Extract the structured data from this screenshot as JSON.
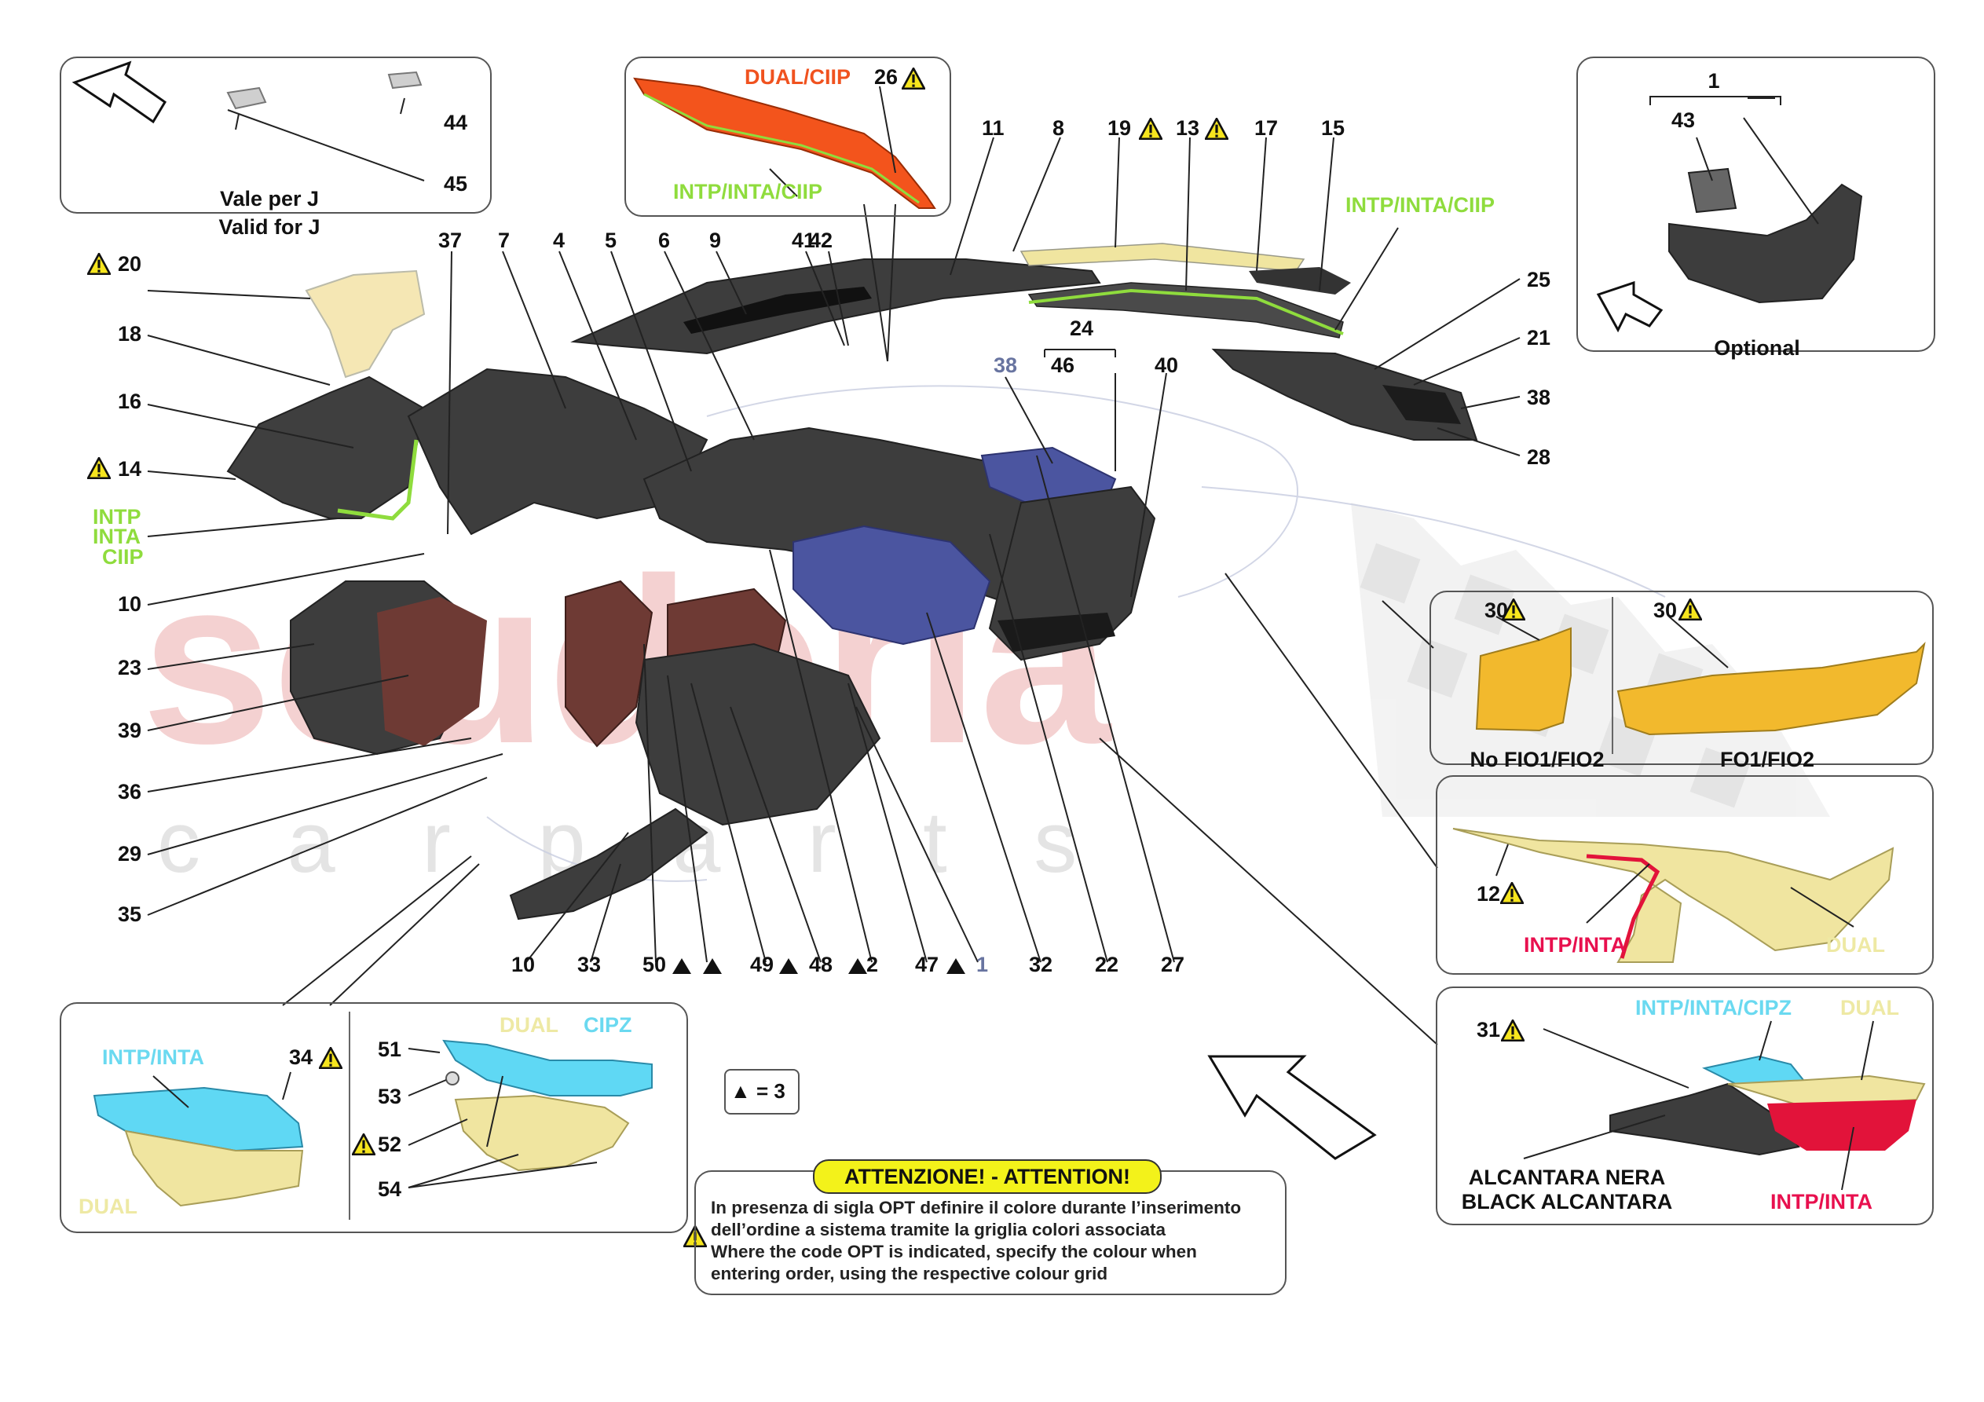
{
  "colors": {
    "dark_part": "#3d3d3d",
    "blue_part": "#4b55a0",
    "brown_part": "#6e3a34",
    "orange_part": "#f3541c",
    "yellow_part": "#f0e5a0",
    "gold_part": "#f2b92d",
    "cyan_part": "#5fd8f4",
    "red_part": "#e2133a",
    "green_text": "#8fdc3d",
    "orange_text": "#f0521f",
    "pink_text": "#e8104e",
    "yellow_text": "#eee9a4",
    "cyan_text": "#6ad9f0",
    "slate_text": "#6874a0",
    "attention_bg": "#f3f21a"
  },
  "icons": [
    "warning-triangle-icon",
    "direction-arrow-icon",
    "triangle-marker-icon"
  ],
  "panel_valid_j": {
    "label_line1": "Vale per J",
    "label_line2": "Valid for J",
    "callouts": [
      "44",
      "45"
    ]
  },
  "panel_dual_ciip": {
    "label_top": "DUAL/CIIP",
    "callout": "26",
    "label_bottom": "INTP/INTA/CIIP"
  },
  "panel_optional": {
    "label": "Optional",
    "group_number": "1",
    "callout": "43"
  },
  "panel_fio": {
    "left_callout": "30",
    "right_callout": "30",
    "left_label": "No FIO1/FIO2",
    "right_label": "FO1/FIO2"
  },
  "panel_12": {
    "callout": "12",
    "label_pink": "INTP/INTA",
    "label_yellow": "DUAL"
  },
  "panel_31": {
    "callout": "31",
    "label_cyan": "INTP/INTA/CIPZ",
    "label_yellow": "DUAL",
    "label_black_1": "ALCANTARA NERA",
    "label_black_2": "BLACK ALCANTARA",
    "label_pink": "INTP/INTA"
  },
  "panel_34": {
    "label_cyan": "INTP/INTA",
    "callout": "34",
    "label_yellow": "DUAL"
  },
  "panel_51": {
    "label_yellow": "DUAL",
    "label_cyan": "CIPZ",
    "callouts": [
      "51",
      "53",
      "52",
      "54"
    ]
  },
  "legend": {
    "marker_text": "▲ = 3"
  },
  "attention": {
    "title": "ATTENZIONE! - ATTENTION!",
    "line1": "In presenza di sigla OPT definire il colore durante l’inserimento",
    "line2": "dell’ordine a sistema tramite la griglia colori associata",
    "line3": "Where the code OPT is indicated, specify the colour when",
    "line4": "entering order, using the respective colour grid"
  },
  "main": {
    "green_label": "INTP/INTA/CIIP",
    "intp_stack": [
      "INTP",
      "INTA",
      "CIIP"
    ],
    "group_24": "24",
    "callouts_top": [
      "11",
      "8",
      "19",
      "13",
      "17",
      "15",
      "37",
      "7",
      "4",
      "5",
      "6",
      "9",
      "41",
      "42",
      "38",
      "46",
      "40",
      "25",
      "21",
      "38",
      "28"
    ],
    "callouts_left": [
      "20",
      "18",
      "16",
      "14",
      "10",
      "23",
      "39",
      "36",
      "29",
      "35"
    ],
    "callouts_bottom": [
      "10",
      "33",
      "50",
      "49",
      "48",
      "2",
      "47",
      "1",
      "32",
      "22",
      "27"
    ]
  },
  "watermark": {
    "line1": "scuderia",
    "line2": "c a r p a r t s"
  }
}
